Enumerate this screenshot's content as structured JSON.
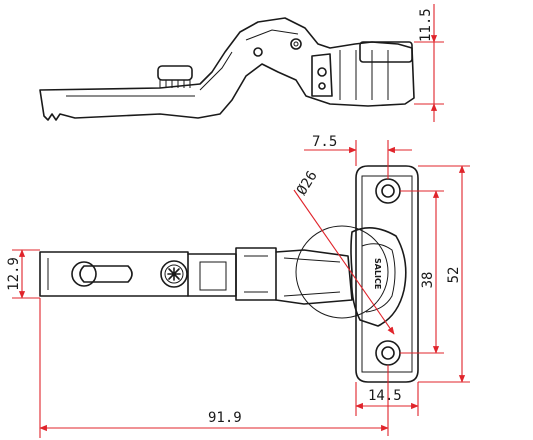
{
  "drawing": {
    "dimensions": {
      "top_height": "11.5",
      "hole_offset": "7.5",
      "cup_diameter": "Ø26",
      "arm_height": "12.9",
      "hole_spacing": "38",
      "plate_height": "52",
      "plate_width": "14.5",
      "total_length": "91.9"
    },
    "brand_mark": "SALICE"
  }
}
